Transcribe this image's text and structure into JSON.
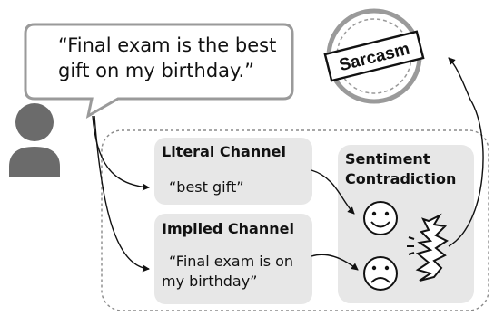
{
  "speech_bubble": {
    "line1": "“Final exam is the best",
    "line2": "gift on my birthday.”"
  },
  "stamp": {
    "label": "Sarcasm"
  },
  "literal_channel": {
    "title": "Literal Channel",
    "text": "“best gift”"
  },
  "implied_channel": {
    "title": "Implied Channel",
    "line1": "“Final exam is on",
    "line2": "my birthday”"
  },
  "sentiment_box": {
    "line1": "Sentiment",
    "line2": "Contradiction"
  },
  "icons": [
    "person-icon",
    "happy-face-icon",
    "sad-face-icon",
    "clash-icon",
    "sarcasm-stamp-icon"
  ],
  "colors": {
    "box_fill": "#e7e7e7",
    "dashed_border": "#8a8a8a",
    "person": "#6b6b6b",
    "bubble_border": "#9a9a9a"
  }
}
